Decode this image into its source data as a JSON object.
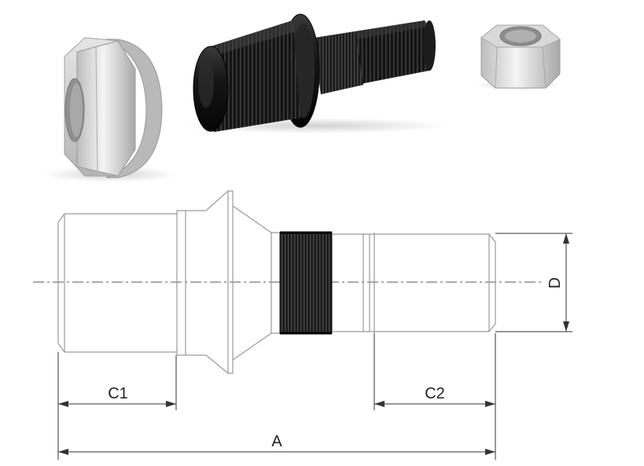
{
  "colors": {
    "steel_light": "#f2f2f2",
    "steel_mid": "#c9c9c9",
    "steel_dark": "#8e8e8e",
    "black_part": "#1a1a1a",
    "knurl": "#2b2b2b",
    "line": "#9a9a9a",
    "dimension": "#333333"
  },
  "icons": [
    "large-hex-nut-render",
    "threaded-stud-render",
    "small-hex-nut-render"
  ],
  "dimensions": {
    "c1": "C1",
    "c2": "C2",
    "a": "A",
    "d": "D"
  }
}
